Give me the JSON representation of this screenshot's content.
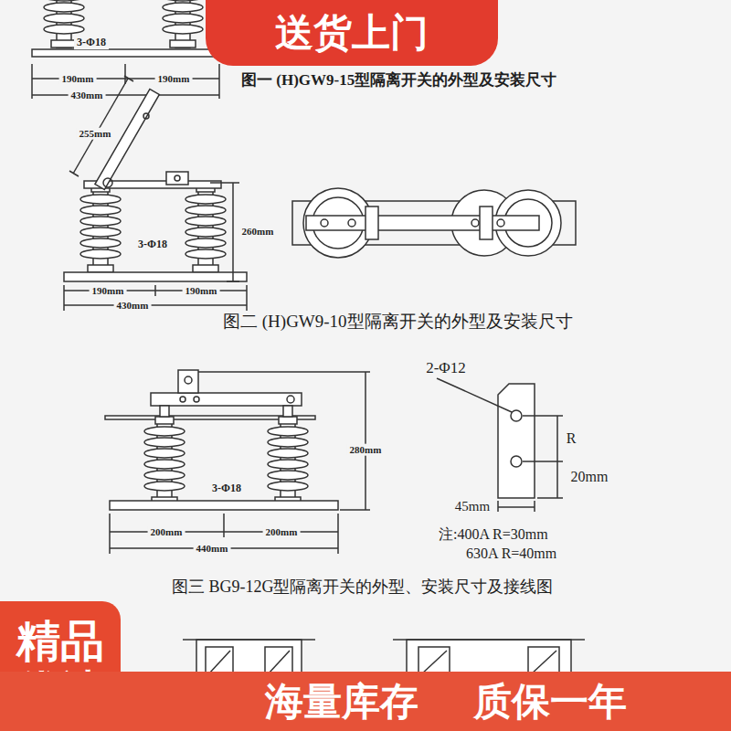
{
  "diagram": {
    "nodes": [
      {
        "text": [
          "送货上门"
        ]
      },
      {
        "text": [
          "精品优选"
        ]
      },
      {
        "text": [
          "海量库存",
          "质保一年"
        ]
      }
    ],
    "labels": [
      "3-Φ18",
      "190mm",
      "190mm",
      "430mm",
      "图一 (H)GW9-15型隔离开关的外型及安装尺寸",
      "255mm",
      "260mm",
      "3-Φ18",
      "190mm",
      "190mm",
      "430mm",
      "图二 (H)GW9-10型隔离开关的外型及安装尺寸",
      "280mm",
      "3-Φ18",
      "200mm",
      "200mm",
      "440mm",
      "2-Φ12",
      "R",
      "20mm",
      "45mm",
      "注:400A R=30mm",
      "630A R=40mm",
      "图三 BG9-12G型隔离开关的外型、安装尺寸及接线图"
    ]
  }
}
